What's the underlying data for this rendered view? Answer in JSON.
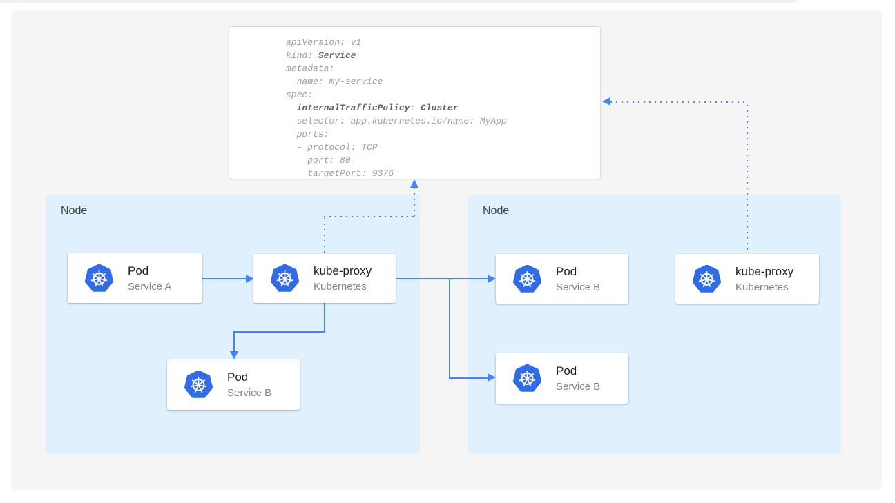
{
  "page": {
    "background": "#ffffff",
    "panel_color": "#f5f5f6",
    "top_strip_color": "#eef1f3"
  },
  "colors": {
    "node_background": "#e0f0fc",
    "arrow_blue": "#4285f4",
    "kubernetes_logo_blue": "#326ce5",
    "yaml_text_gray": "#9aa0a6",
    "yaml_bold_gray": "#5f6368",
    "card_title": "#202124",
    "card_subtitle": "#80868b",
    "node_label": "#3c4043"
  },
  "yaml_card": {
    "lines": [
      [
        {
          "t": "apiVersion: v1"
        }
      ],
      [
        {
          "t": "kind: "
        },
        {
          "t": "Service",
          "b": true
        }
      ],
      [
        {
          "t": "metadata:"
        }
      ],
      [
        {
          "t": "  name: my-service"
        }
      ],
      [
        {
          "t": "spec:"
        }
      ],
      [
        {
          "t": "  "
        },
        {
          "t": "internalTrafficPolicy",
          "b": true
        },
        {
          "t": ": "
        },
        {
          "t": "Cluster",
          "b": true
        }
      ],
      [
        {
          "t": "  selector: app.kubernetes.io/name: MyApp"
        }
      ],
      [
        {
          "t": "  ports:"
        }
      ],
      [
        {
          "t": "  - protocol: TCP"
        }
      ],
      [
        {
          "t": "    port: 80"
        }
      ],
      [
        {
          "t": "    targetPort: 9376"
        }
      ]
    ]
  },
  "nodes": {
    "left": {
      "label": "Node"
    },
    "right": {
      "label": "Node"
    }
  },
  "cards": {
    "pod_a": {
      "title": "Pod",
      "subtitle": "Service A",
      "icon": "kubernetes-logo"
    },
    "kube_proxy_1": {
      "title": "kube-proxy",
      "subtitle": "Kubernetes",
      "icon": "kubernetes-logo"
    },
    "pod_b_left": {
      "title": "Pod",
      "subtitle": "Service B",
      "icon": "kubernetes-logo"
    },
    "pod_b_right_top": {
      "title": "Pod",
      "subtitle": "Service B",
      "icon": "kubernetes-logo"
    },
    "pod_b_right_bottom": {
      "title": "Pod",
      "subtitle": "Service B",
      "icon": "kubernetes-logo"
    },
    "kube_proxy_2": {
      "title": "kube-proxy",
      "subtitle": "Kubernetes",
      "icon": "kubernetes-logo"
    }
  }
}
